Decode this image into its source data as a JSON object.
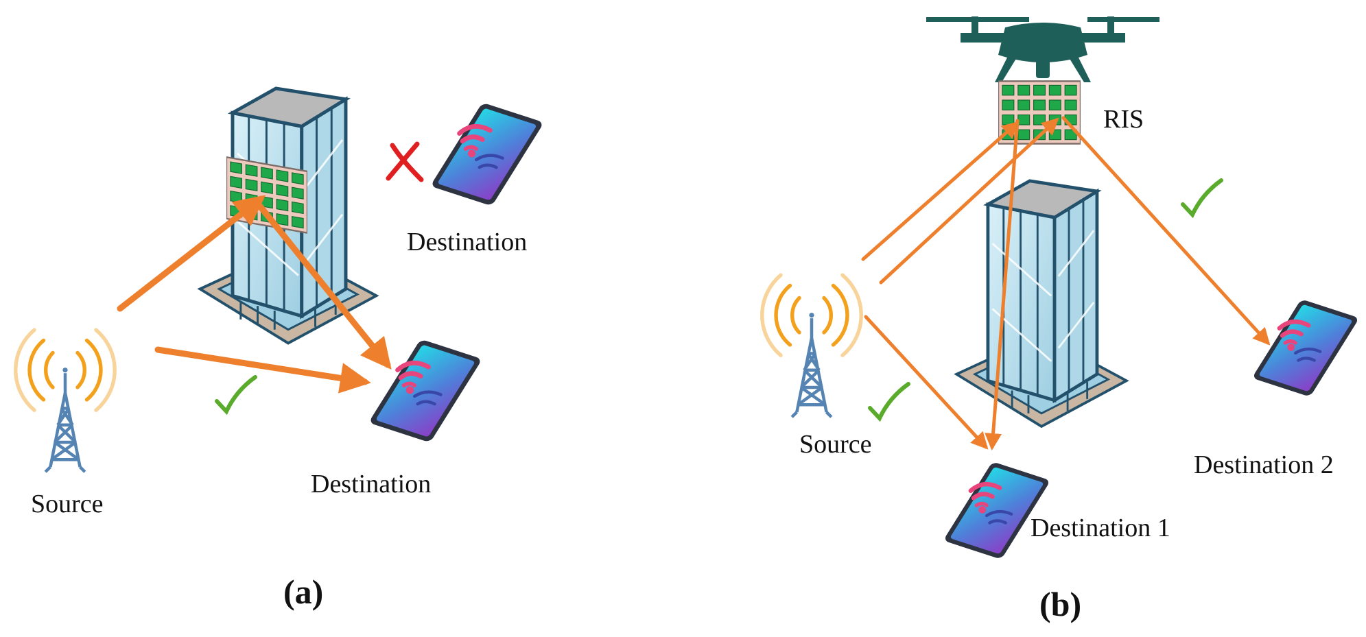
{
  "colors": {
    "arrow": "#ee7f2d",
    "check": "#5aaa2b",
    "cross": "#e02020",
    "ris_cell": "#1fa84a",
    "ris_panel": "#eec9be",
    "building_glass": "#bfe3ef",
    "building_outline": "#23516c",
    "building_roof": "#b9b9b9",
    "drone": "#1f5f5a",
    "tower": "#5584b3",
    "signal": "#f3a11d"
  },
  "icons": [
    "base-station-tower-icon",
    "building-icon",
    "ris-panel-icon",
    "drone-icon",
    "smartphone-icon",
    "wifi-icon",
    "checkmark-icon",
    "cross-icon"
  ],
  "panel_a": {
    "caption": "(a)",
    "source_label": "Source",
    "destination_blocked_label": "Destination",
    "destination_label": "Destination"
  },
  "panel_b": {
    "caption": "(b)",
    "ris_label": "RIS",
    "source_label": "Source",
    "destination1_label": "Destination 1",
    "destination2_label": "Destination 2"
  }
}
